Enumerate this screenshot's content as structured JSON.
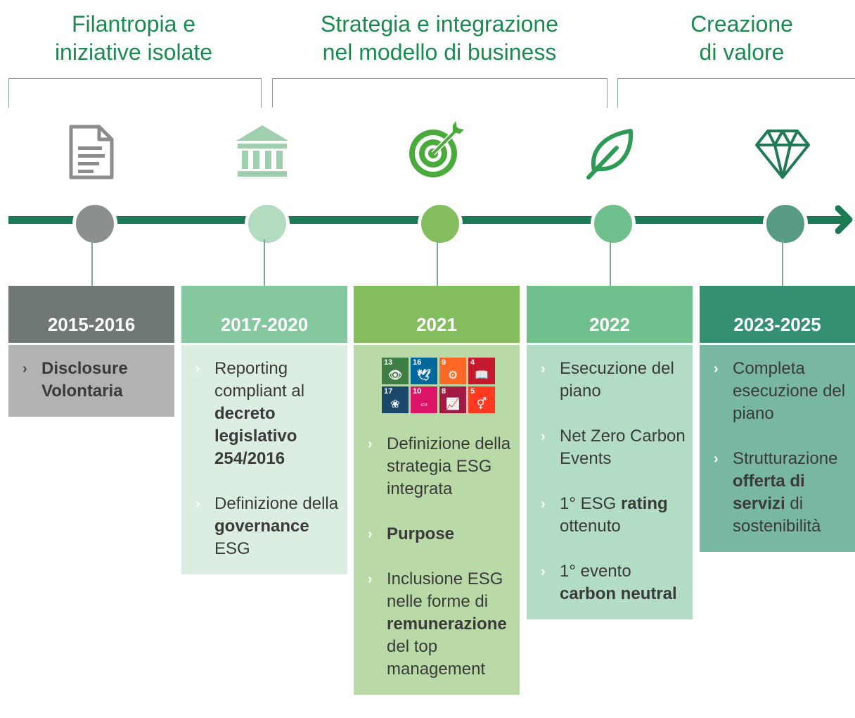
{
  "phases": [
    {
      "line1": "Filantropia e",
      "line2": "iniziative isolate"
    },
    {
      "line1": "Strategia e integrazione",
      "line2": "nel modello di business"
    },
    {
      "line1": "Creazione",
      "line2": "di valore"
    }
  ],
  "colors": {
    "title_green": "#1a8a4f",
    "axis": "#1a7a55",
    "bracket": "#7aa893",
    "icon_grey": "#8c8c8c",
    "icon_pale": "#9fcfae",
    "icon_bright": "#4aaa3c",
    "icon_mid": "#2d9a55",
    "icon_dark": "#1f7a55"
  },
  "icons": [
    "document-icon",
    "bank-icon",
    "target-icon",
    "leaf-icon",
    "diamond-icon"
  ],
  "milestones": [
    {
      "period": "2015-2016",
      "dot_color": "#8a8f8d",
      "head_color": "#6f7873",
      "body_color": "#b0b3b2",
      "dark_chevron": true,
      "items": [
        {
          "parts": [
            {
              "t": "Disclosure Volontaria",
              "b": true
            }
          ]
        }
      ]
    },
    {
      "period": "2017-2020",
      "dot_color": "#b2dbbf",
      "head_color": "#85c8a0",
      "body_color": "#dcede1",
      "dark_chevron": false,
      "items": [
        {
          "parts": [
            {
              "t": "Reporting compliant al ",
              "b": false
            },
            {
              "t": "decreto legislativo 254/2016",
              "b": true
            }
          ]
        },
        {
          "parts": [
            {
              "t": "Definizione della ",
              "b": false
            },
            {
              "t": "governance",
              "b": true
            },
            {
              "t": " ESG",
              "b": false
            }
          ]
        }
      ]
    },
    {
      "period": "2021",
      "dot_color": "#84bd5e",
      "head_color": "#84bd5e",
      "body_color": "#b9d9a6",
      "dark_chevron": false,
      "sdgs": [
        {
          "n": "13",
          "c": "#3f7e44",
          "g": "👁"
        },
        {
          "n": "16",
          "c": "#00689d",
          "g": "🕊"
        },
        {
          "n": "9",
          "c": "#fd6925",
          "g": "⚙"
        },
        {
          "n": "4",
          "c": "#c5192d",
          "g": "📖"
        },
        {
          "n": "17",
          "c": "#19486a",
          "g": "❀"
        },
        {
          "n": "10",
          "c": "#dd1367",
          "g": "⇔"
        },
        {
          "n": "8",
          "c": "#a21942",
          "g": "📈"
        },
        {
          "n": "5",
          "c": "#ff3a21",
          "g": "⚥"
        }
      ],
      "items": [
        {
          "parts": [
            {
              "t": "Definizione della strategia ESG integrata",
              "b": false
            }
          ]
        },
        {
          "parts": [
            {
              "t": "Purpose",
              "b": true
            }
          ]
        },
        {
          "parts": [
            {
              "t": "Inclusione ESG nelle forme di ",
              "b": false
            },
            {
              "t": "remunerazione",
              "b": true
            },
            {
              "t": " del top management",
              "b": false
            }
          ]
        }
      ]
    },
    {
      "period": "2022",
      "dot_color": "#70c08e",
      "head_color": "#70c08e",
      "body_color": "#b2dcc4",
      "dark_chevron": false,
      "items": [
        {
          "parts": [
            {
              "t": "Esecuzione del piano",
              "b": false
            }
          ]
        },
        {
          "parts": [
            {
              "t": "Net Zero Carbon Events",
              "b": false
            }
          ]
        },
        {
          "parts": [
            {
              "t": "1° ESG ",
              "b": false
            },
            {
              "t": "rating",
              "b": true
            },
            {
              "t": " ottenuto",
              "b": false
            }
          ]
        },
        {
          "parts": [
            {
              "t": "1° evento ",
              "b": false
            },
            {
              "t": "carbon neutral",
              "b": true
            }
          ]
        }
      ]
    },
    {
      "period": "2023-2025",
      "dot_color": "#569b82",
      "head_color": "#358f72",
      "body_color": "#78b7a2",
      "dark_chevron": false,
      "items": [
        {
          "parts": [
            {
              "t": "Completa esecuzione del piano",
              "b": false
            }
          ]
        },
        {
          "parts": [
            {
              "t": "Strutturazione ",
              "b": false
            },
            {
              "t": "offerta di servizi",
              "b": true
            },
            {
              "t": " di sostenibilità",
              "b": false
            }
          ]
        }
      ]
    }
  ]
}
